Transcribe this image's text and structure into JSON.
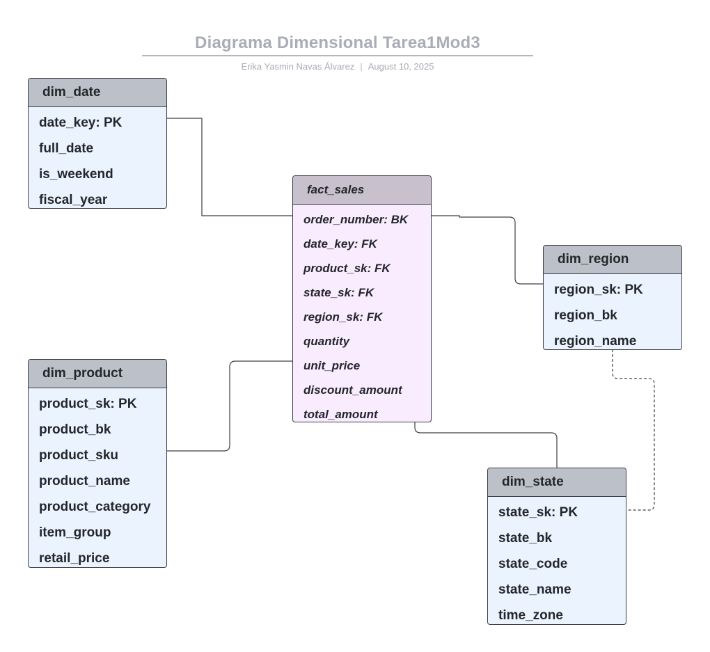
{
  "header": {
    "title": "Diagrama Dimensional Tarea1Mod3",
    "author": "Erika Yasmin Navas Álvarez",
    "separator": "|",
    "date": "August 10, 2025"
  },
  "entities": {
    "dim_date": {
      "name": "dim_date",
      "fields": [
        "date_key: PK",
        "full_date",
        "is_weekend",
        "fiscal_year"
      ]
    },
    "fact_sales": {
      "name": "fact_sales",
      "fields": [
        "order_number: BK",
        "date_key: FK",
        "product_sk: FK",
        "state_sk: FK",
        "region_sk: FK",
        "quantity",
        "unit_price",
        "discount_amount",
        "total_amount"
      ]
    },
    "dim_region": {
      "name": "dim_region",
      "fields": [
        "region_sk: PK",
        "region_bk",
        "region_name"
      ]
    },
    "dim_product": {
      "name": "dim_product",
      "fields": [
        "product_sk: PK",
        "product_bk",
        "product_sku",
        "product_name",
        "product_category",
        "item_group",
        "retail_price"
      ]
    },
    "dim_state": {
      "name": "dim_state",
      "fields": [
        "state_sk: PK",
        "state_bk",
        "state_code",
        "state_name",
        "time_zone"
      ]
    }
  }
}
